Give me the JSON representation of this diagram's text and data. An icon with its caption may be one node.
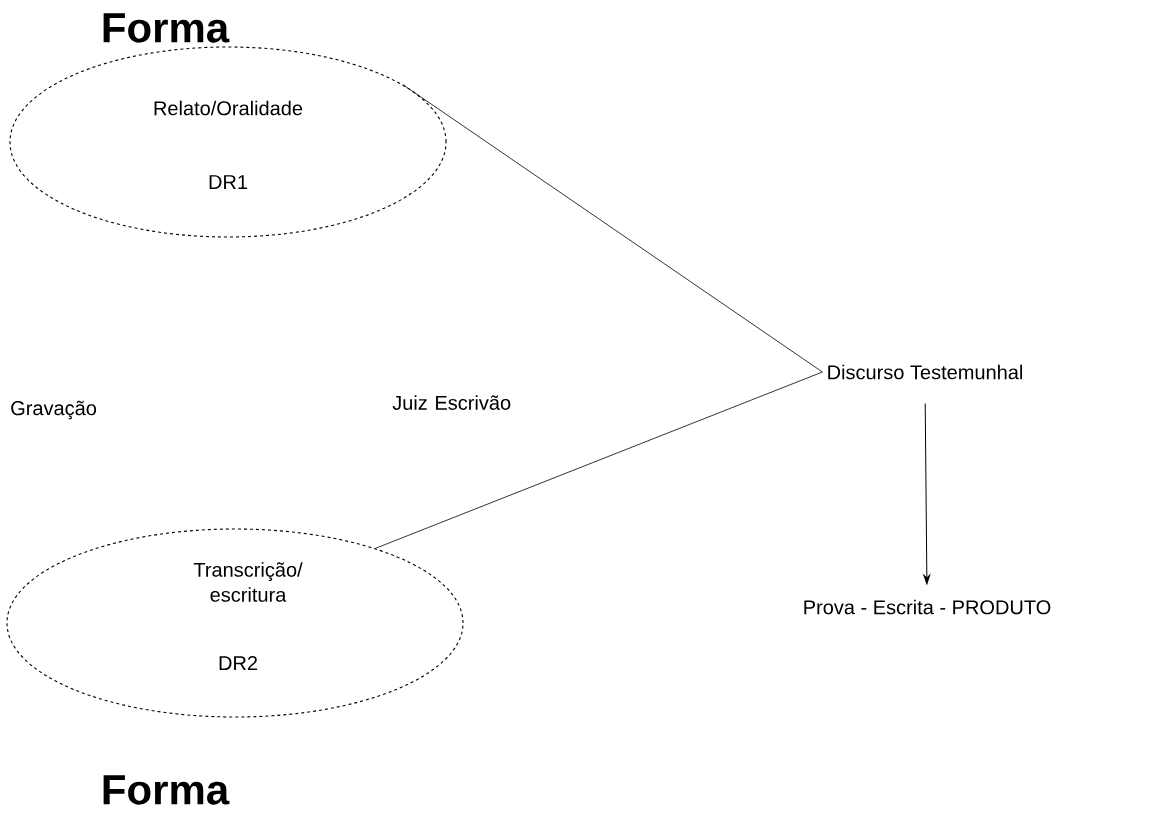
{
  "diagram": {
    "nodes": [
      {
        "text": [
          "Forma",
          "Relato/Oralidade",
          "DR1"
        ]
      },
      {
        "text": [
          "Discurso Testemunhal"
        ]
      },
      {
        "text": [
          "Transcrição/ escritura",
          "DR2",
          "Forma"
        ]
      },
      {
        "text": [
          "Prova - Escrita - PRODUTO"
        ]
      }
    ],
    "edges": [
      {
        "from": 0,
        "to": 1,
        "arrow": "none"
      },
      {
        "from": 2,
        "to": 1,
        "arrow": "none"
      },
      {
        "from": 1,
        "to": 3,
        "arrow": "to"
      }
    ],
    "labels": [
      "Gravação",
      "Juiz Escrivão"
    ]
  }
}
